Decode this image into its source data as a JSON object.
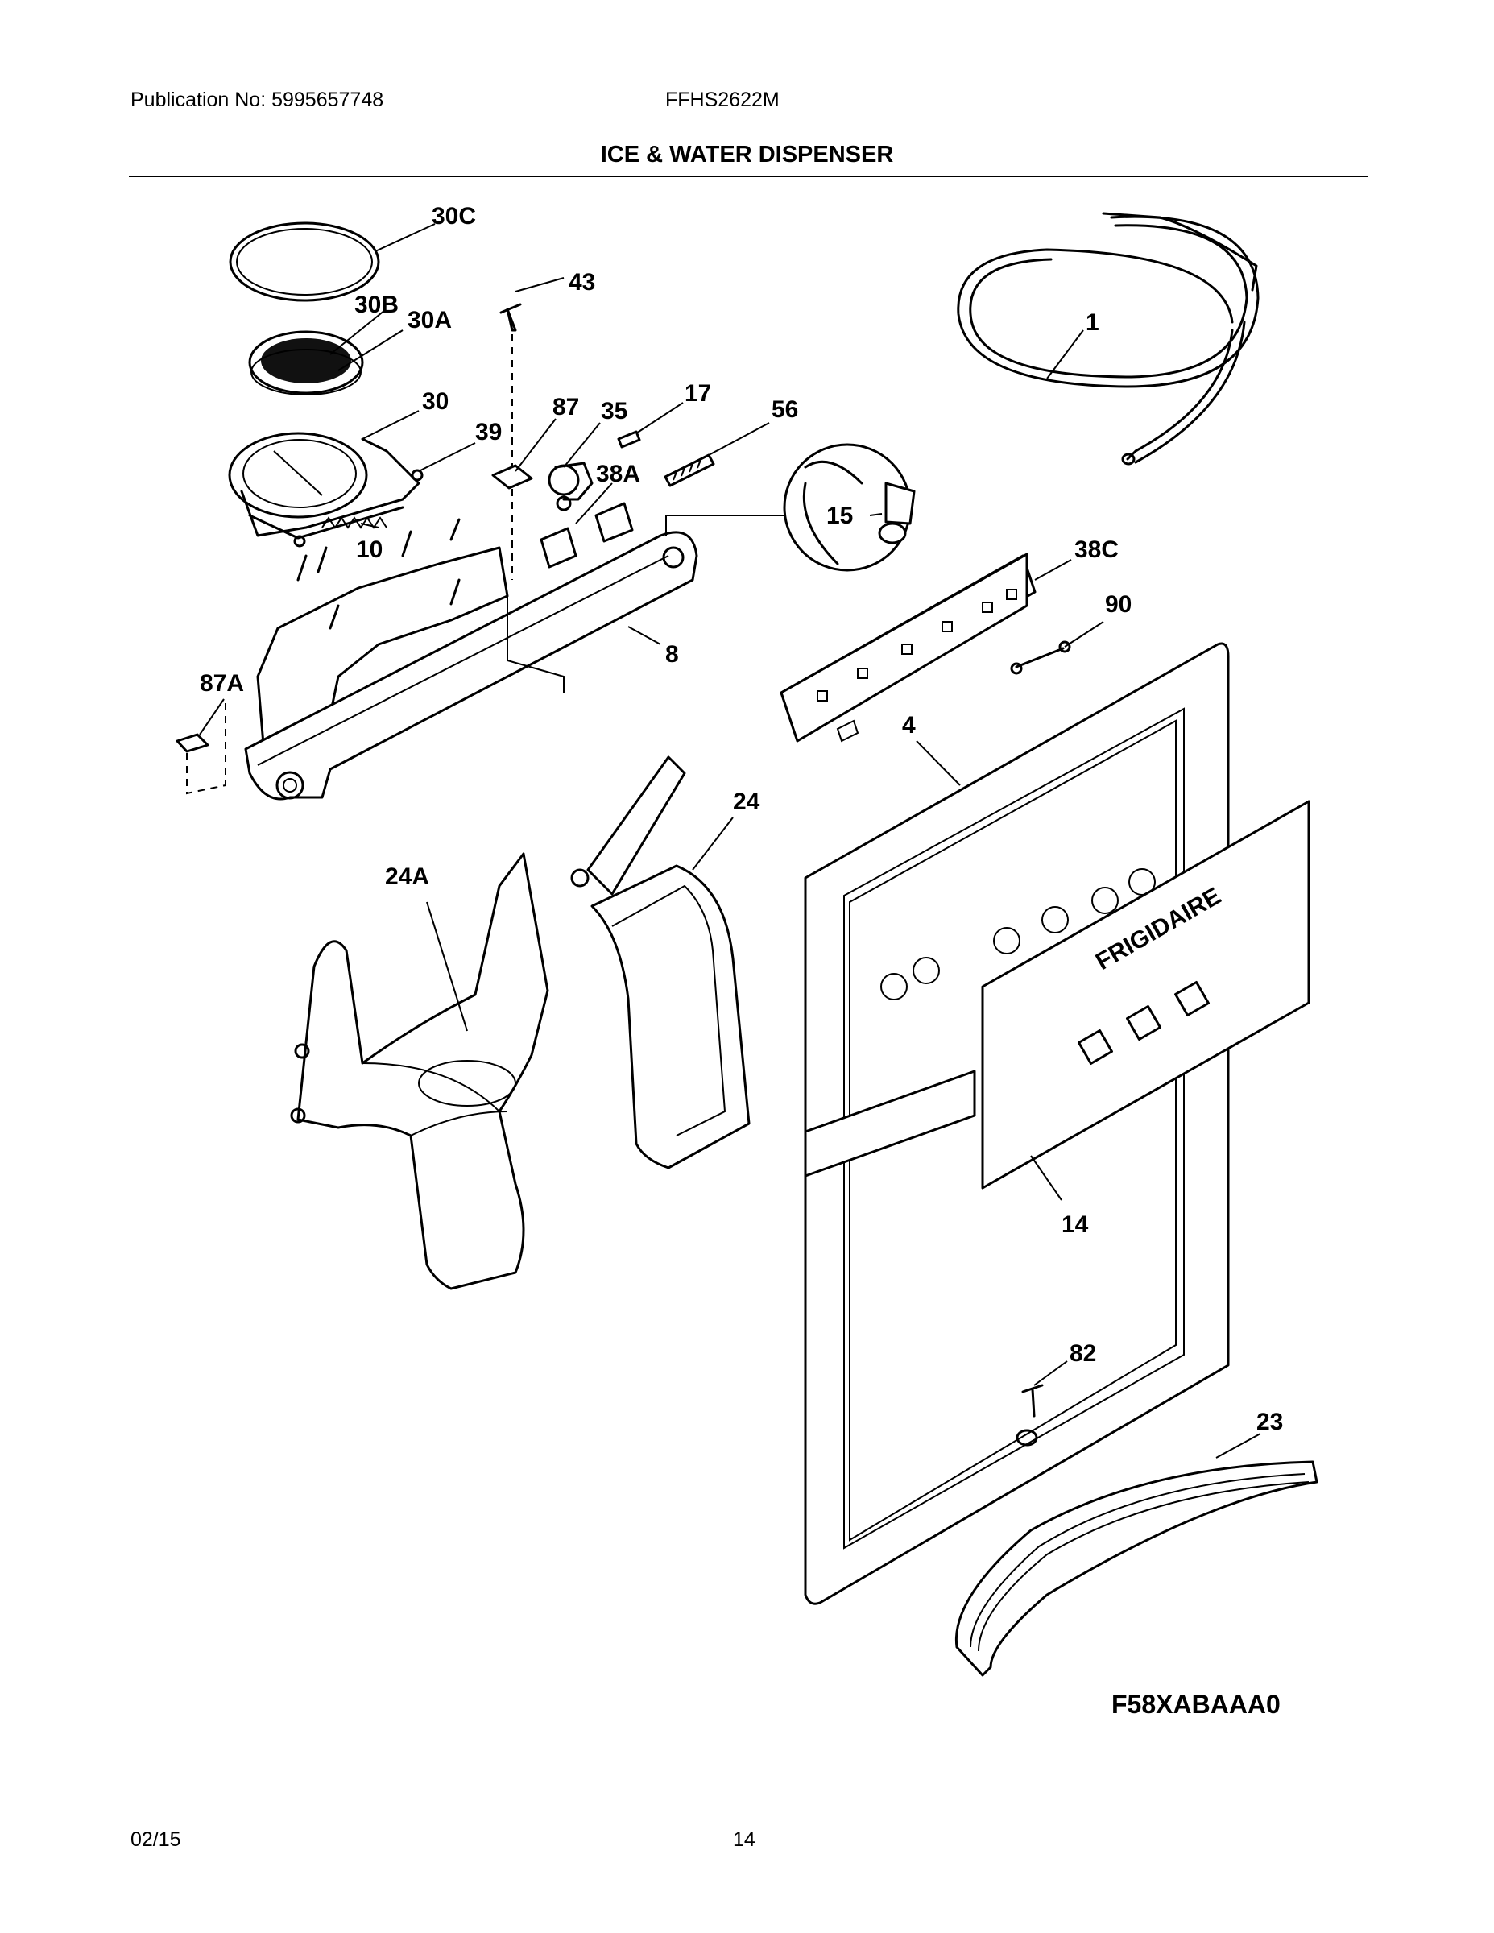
{
  "header": {
    "publication": "Publication No: 5995657748",
    "model": "FFHS2622M",
    "title": "ICE & WATER DISPENSER"
  },
  "diagram": {
    "callouts": {
      "c30C": "30C",
      "c43": "43",
      "c30B": "30B",
      "c30A": "30A",
      "c1": "1",
      "c30": "30",
      "c87": "87",
      "c35": "35",
      "c17": "17",
      "c56": "56",
      "c39": "39",
      "c38A": "38A",
      "c15": "15",
      "c10": "10",
      "c38C": "38C",
      "c90": "90",
      "c8": "8",
      "c87A": "87A",
      "c4": "4",
      "c24": "24",
      "c24A": "24A",
      "c14": "14",
      "c82": "82",
      "c23": "23"
    },
    "brand": "FRIGIDAIRE",
    "figure_code": "F58XABAAA0"
  },
  "footer": {
    "date": "02/15",
    "page": "14"
  }
}
